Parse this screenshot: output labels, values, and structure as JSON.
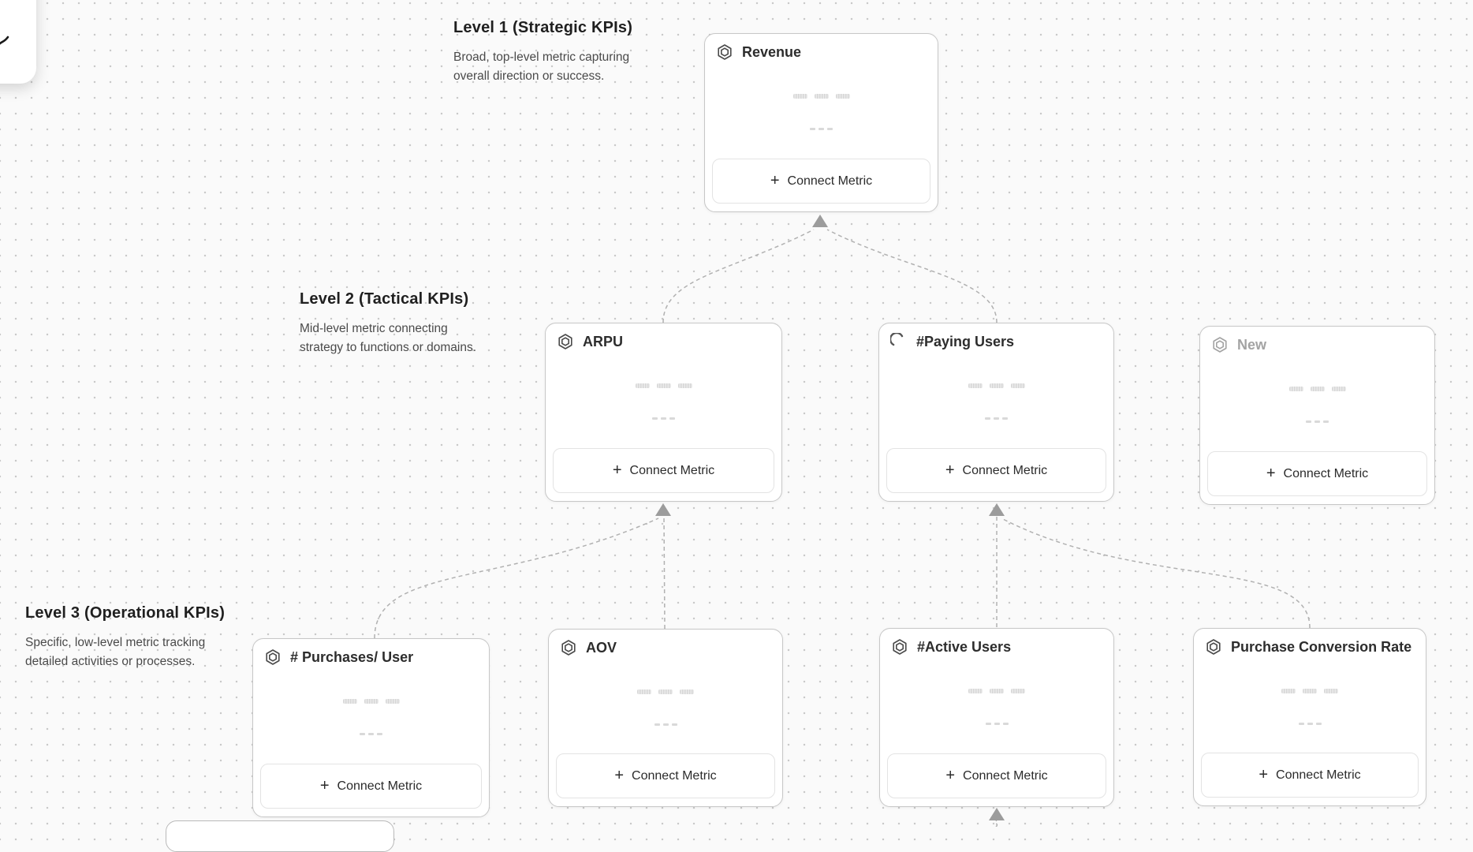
{
  "icons": {
    "plus": "+"
  },
  "connect_metric_label": "Connect Metric",
  "levels": [
    {
      "title": "Level 1 (Strategic KPIs)",
      "description": "Broad, top-level metric capturing overall direction or success."
    },
    {
      "title": "Level 2 (Tactical KPIs)",
      "description": "Mid-level metric connecting strategy to functions or domains."
    },
    {
      "title": "Level 3 (Operational KPIs)",
      "description": "Specific, low-level metric tracking detailed activities or processes."
    }
  ],
  "cards": [
    {
      "title": "Revenue",
      "icon": "hexagon-metric-icon"
    },
    {
      "title": "ARPU",
      "icon": "hexagon-metric-icon"
    },
    {
      "title": "#Paying Users",
      "icon": "loading-spinner-icon"
    },
    {
      "title": "New",
      "icon": "hexagon-metric-icon"
    },
    {
      "title": "# Purchases/ User",
      "icon": "hexagon-metric-icon"
    },
    {
      "title": "AOV",
      "icon": "hexagon-metric-icon"
    },
    {
      "title": "#Active Users",
      "icon": "hexagon-metric-icon"
    },
    {
      "title": "Purchase Conversion Rate",
      "icon": "hexagon-metric-icon"
    }
  ],
  "colors": {
    "connector": "#b1b1b1",
    "arrowhead": "#9c9c9c",
    "card_border": "#c7c7c7",
    "background": "#fafafa"
  }
}
